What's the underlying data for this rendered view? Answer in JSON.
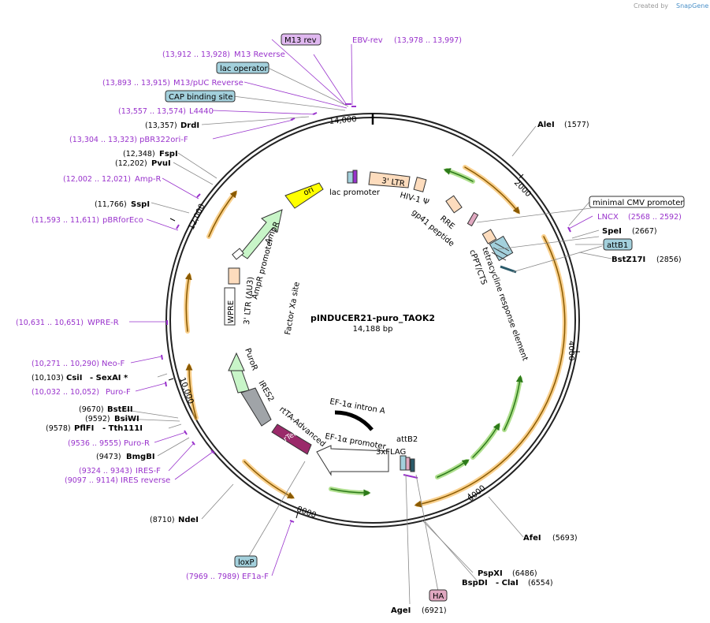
{
  "header": {
    "credit_prefix": "Created by",
    "credit_brand": "SnapGene"
  },
  "plasmid": {
    "name": "pINDUCER21-puro_TAOK2",
    "length_label": "14,188 bp",
    "length": 14188
  },
  "ticks": [
    "2000",
    "4000",
    "6000",
    "8000",
    "10,000",
    "12,000",
    "14,000"
  ],
  "enzymes": [
    {
      "name": "AleI",
      "pos": "(1577)"
    },
    {
      "name": "SpeI",
      "pos": "(2667)"
    },
    {
      "name": "BstZ17I",
      "pos": "(2856)"
    },
    {
      "name": "AfeI",
      "pos": "(5693)"
    },
    {
      "name": "PspXI",
      "pos": "(6486)"
    },
    {
      "name": "BspDI",
      "sep": "- ClaI",
      "pos": "(6554)"
    },
    {
      "name": "AgeI",
      "pos": "(6921)"
    },
    {
      "name": "NdeI",
      "pos": "(8710)"
    },
    {
      "name": "BmgBI",
      "pos": "(9473)"
    },
    {
      "name": "PflFI",
      "sep": "- Tth111I",
      "pos": "(9578)"
    },
    {
      "name": "BsiWI",
      "pos": "(9592)"
    },
    {
      "name": "BstEII",
      "pos": "(9670)"
    },
    {
      "name": "CsiI",
      "sep": "- SexAI *",
      "pos": "(10,103)"
    },
    {
      "name": "SspI",
      "pos": "(11,766)"
    },
    {
      "name": "PvuI",
      "pos": "(12,202)"
    },
    {
      "name": "FspI",
      "pos": "(12,348)"
    },
    {
      "name": "DrdI",
      "pos": "(13,357)"
    }
  ],
  "primers": [
    {
      "name": "M13 Reverse",
      "pos": "(13,912 .. 13,928)"
    },
    {
      "name": "EBV-rev",
      "pos": "(13,978 .. 13,997)"
    },
    {
      "name": "M13/pUC Reverse",
      "pos": "(13,893 .. 13,915)"
    },
    {
      "name": "L4440",
      "pos": "(13,557 .. 13,574)"
    },
    {
      "name": "pBR322ori-F",
      "pos": "(13,304 .. 13,323)"
    },
    {
      "name": "Amp-R",
      "pos": "(12,002 .. 12,021)"
    },
    {
      "name": "pBRforEco",
      "pos": "(11,593 .. 11,611)"
    },
    {
      "name": "WPRE-R",
      "pos": "(10,631 .. 10,651)"
    },
    {
      "name": "Neo-F",
      "pos": "(10,271 .. 10,290)"
    },
    {
      "name": "Puro-F",
      "pos": "(10,032 .. 10,052)"
    },
    {
      "name": "Puro-R",
      "pos": "(9536 .. 9555)"
    },
    {
      "name": "IRES-F",
      "pos": "(9324 .. 9343)"
    },
    {
      "name": "IRES reverse",
      "pos": "(9097 .. 9114)"
    },
    {
      "name": "EF1a-F",
      "pos": "(7969 .. 7989)"
    },
    {
      "name": "LNCX",
      "pos": "(2568 .. 2592)"
    }
  ],
  "boxed_features": {
    "m13rev": "M13 rev",
    "lac_operator": "lac operator",
    "cap_site": "CAP binding site",
    "min_cmv": "minimal CMV promoter",
    "attB1": "attB1",
    "loxP": "loxP",
    "ha": "HA"
  },
  "features": {
    "ltr3": "3' LTR",
    "hiv": "HIV-1 Ψ",
    "rre": "RRE",
    "gp41": "gp41 peptide",
    "cppt": "cPPT/CTS",
    "tre": "tetracycline response element",
    "ori": "ori",
    "lac_promoter": "lac promoter",
    "ampr": "AmpR",
    "ampr_promoter": "AmpR promoter",
    "ltr3_du3": "3' LTR (ΔU3)",
    "wpre": "WPRE",
    "factor_xa": "Factor Xa site",
    "puror": "PuroR",
    "ires2": "IRES2",
    "rtta": "rtTA-Advanced",
    "rtetr": "rTetR",
    "ef1a_intron": "EF-1α intron A",
    "ef1a_promoter": "EF-1α promoter",
    "attB2": "attB2",
    "flag": "3xFLAG"
  },
  "colors": {
    "primer": "#9933cc",
    "orf_orange": "#f5b041",
    "orf_green": "#7ac943",
    "ori": "#ffff00",
    "ampr": "#c8f5c8",
    "ltr": "#fddcbd",
    "rtetr": "#9a2a6a",
    "ires": "#a0a4a8",
    "blue_box": "#a3d0dc",
    "pink_box": "#e0a8c0"
  }
}
